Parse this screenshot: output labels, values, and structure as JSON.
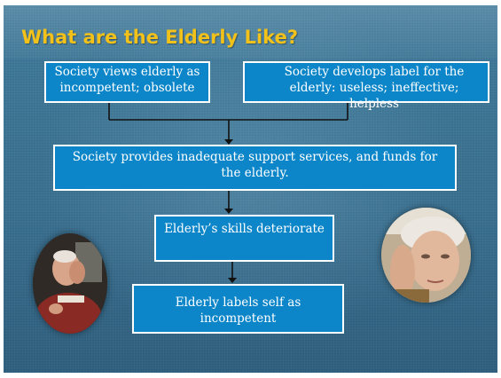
{
  "slide": {
    "title": "What are the Elderly Like?",
    "title_color": "#f3c21a",
    "box_color": "#0d86c9"
  },
  "diagram": {
    "box_top_left": "Society views elderly as incompetent; obsolete",
    "box_top_right": "Society develops label for the elderly: useless; ineffective; helpless",
    "box_middle": "Society provides inadequate support services, and funds for the elderly.",
    "box_skills": "Elderly’s skills deteriorate",
    "box_bottom": "Elderly labels self as incompetent"
  },
  "images": {
    "left_photo": "photo of elderly man holding head in hand",
    "right_photo": "photo of elderly woman with hand on face"
  }
}
